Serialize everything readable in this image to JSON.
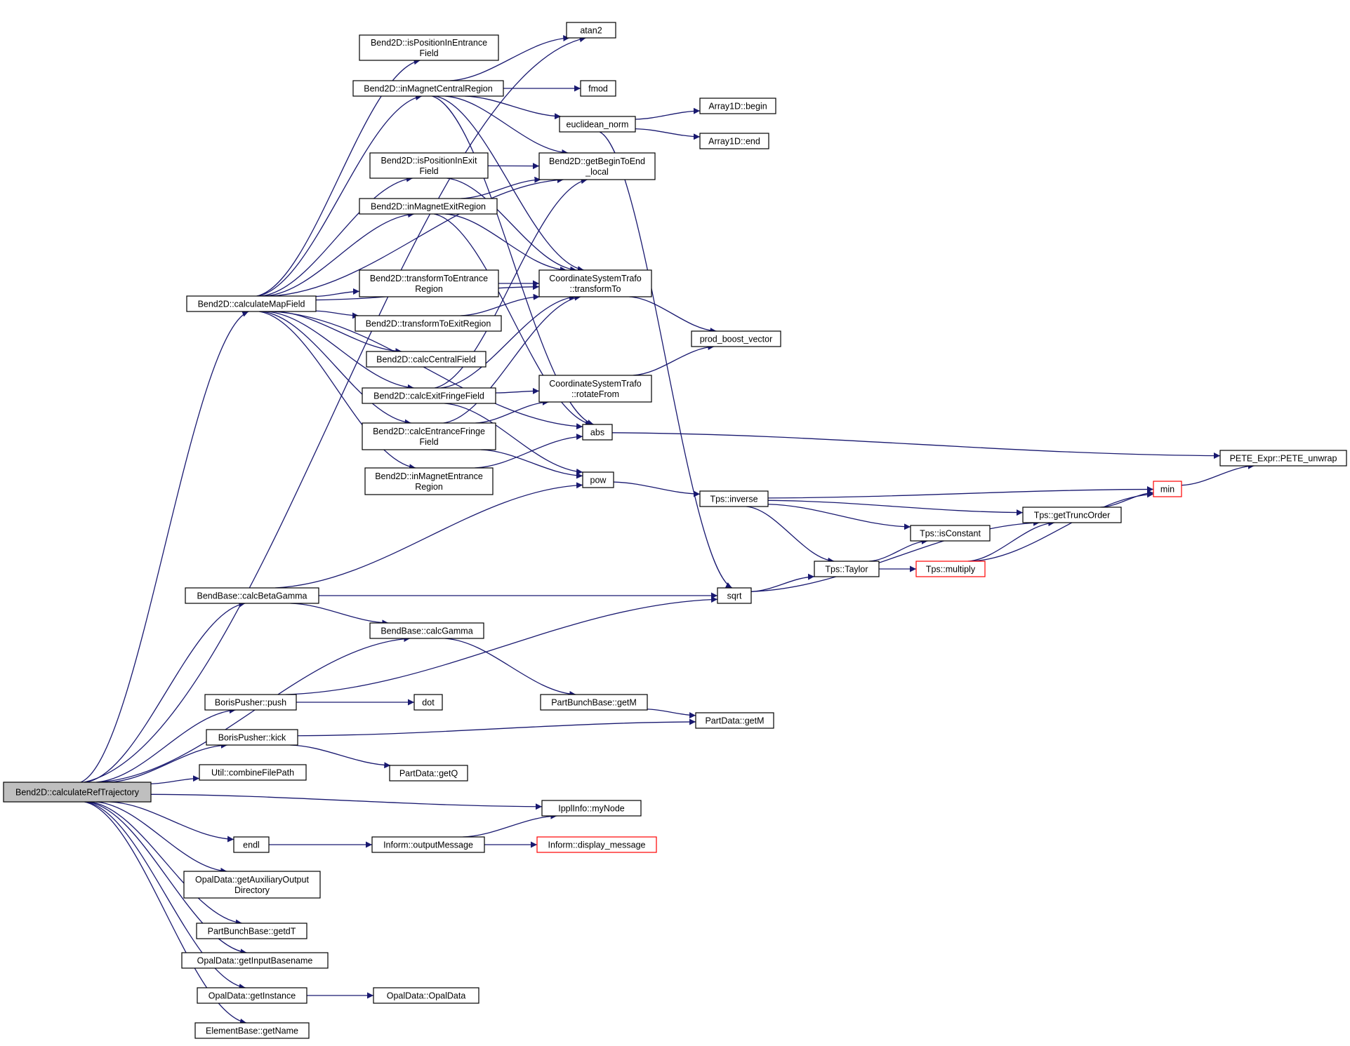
{
  "colors": {
    "edge": "#191970",
    "node_border": "#000000",
    "truncated_border": "#ff0000",
    "root_fill": "#bfbfbf",
    "node_fill": "#ffffff",
    "background": "#ffffff"
  },
  "nodes": [
    {
      "id": "root",
      "lines": [
        "Bend2D::calculateRefTrajectory"
      ],
      "kind": "root"
    },
    {
      "id": "atan2",
      "lines": [
        "atan2"
      ]
    },
    {
      "id": "isPosEntr",
      "lines": [
        "Bend2D::isPositionInEntrance",
        "Field"
      ]
    },
    {
      "id": "inCentral",
      "lines": [
        "Bend2D::inMagnetCentralRegion"
      ]
    },
    {
      "id": "fmod",
      "lines": [
        "fmod"
      ]
    },
    {
      "id": "eucl",
      "lines": [
        "euclidean_norm"
      ]
    },
    {
      "id": "arrBegin",
      "lines": [
        "Array1D::begin"
      ]
    },
    {
      "id": "arrEnd",
      "lines": [
        "Array1D::end"
      ]
    },
    {
      "id": "isPosExit",
      "lines": [
        "Bend2D::isPositionInExit",
        "Field"
      ]
    },
    {
      "id": "getBTE",
      "lines": [
        "Bend2D::getBeginToEnd",
        "_local"
      ]
    },
    {
      "id": "inExit",
      "lines": [
        "Bend2D::inMagnetExitRegion"
      ]
    },
    {
      "id": "trEntr",
      "lines": [
        "Bend2D::transformToEntrance",
        "Region"
      ]
    },
    {
      "id": "csTo",
      "lines": [
        "CoordinateSystemTrafo",
        "::transformTo"
      ]
    },
    {
      "id": "calcMap",
      "lines": [
        "Bend2D::calculateMapField"
      ]
    },
    {
      "id": "trExit",
      "lines": [
        "Bend2D::transformToExitRegion"
      ]
    },
    {
      "id": "prodBoost",
      "lines": [
        "prod_boost_vector"
      ]
    },
    {
      "id": "calcCentral",
      "lines": [
        "Bend2D::calcCentralField"
      ]
    },
    {
      "id": "csRot",
      "lines": [
        "CoordinateSystemTrafo",
        "::rotateFrom"
      ]
    },
    {
      "id": "calcExitFr",
      "lines": [
        "Bend2D::calcExitFringeField"
      ]
    },
    {
      "id": "abs",
      "lines": [
        "abs"
      ]
    },
    {
      "id": "calcEntrFr",
      "lines": [
        "Bend2D::calcEntranceFringe",
        "Field"
      ]
    },
    {
      "id": "peteUnwrap",
      "lines": [
        "PETE_Expr::PETE_unwrap"
      ]
    },
    {
      "id": "inEntr",
      "lines": [
        "Bend2D::inMagnetEntrance",
        "Region"
      ]
    },
    {
      "id": "pow",
      "lines": [
        "pow"
      ]
    },
    {
      "id": "min",
      "lines": [
        "min"
      ],
      "kind": "truncated"
    },
    {
      "id": "tpsInv",
      "lines": [
        "Tps::inverse"
      ]
    },
    {
      "id": "tpsTrunc",
      "lines": [
        "Tps::getTruncOrder"
      ]
    },
    {
      "id": "tpsConst",
      "lines": [
        "Tps::isConstant"
      ]
    },
    {
      "id": "tpsTaylor",
      "lines": [
        "Tps::Taylor"
      ]
    },
    {
      "id": "tpsMult",
      "lines": [
        "Tps::multiply"
      ],
      "kind": "truncated"
    },
    {
      "id": "calcBG",
      "lines": [
        "BendBase::calcBetaGamma"
      ]
    },
    {
      "id": "sqrt",
      "lines": [
        "sqrt"
      ]
    },
    {
      "id": "calcGamma",
      "lines": [
        "BendBase::calcGamma"
      ]
    },
    {
      "id": "borisPush",
      "lines": [
        "BorisPusher::push"
      ]
    },
    {
      "id": "dot",
      "lines": [
        "dot"
      ]
    },
    {
      "id": "pbGetM",
      "lines": [
        "PartBunchBase::getM"
      ]
    },
    {
      "id": "pdGetM",
      "lines": [
        "PartData::getM"
      ]
    },
    {
      "id": "borisKick",
      "lines": [
        "BorisPusher::kick"
      ]
    },
    {
      "id": "combPath",
      "lines": [
        "Util::combineFilePath"
      ]
    },
    {
      "id": "getQ",
      "lines": [
        "PartData::getQ"
      ]
    },
    {
      "id": "myNode",
      "lines": [
        "IpplInfo::myNode"
      ]
    },
    {
      "id": "endl",
      "lines": [
        "endl"
      ]
    },
    {
      "id": "outMsg",
      "lines": [
        "Inform::outputMessage"
      ]
    },
    {
      "id": "dispMsg",
      "lines": [
        "Inform::display_message"
      ],
      "kind": "truncated"
    },
    {
      "id": "auxDir",
      "lines": [
        "OpalData::getAuxiliaryOutput",
        "Directory"
      ]
    },
    {
      "id": "getdT",
      "lines": [
        "PartBunchBase::getdT"
      ]
    },
    {
      "id": "inBase",
      "lines": [
        "OpalData::getInputBasename"
      ]
    },
    {
      "id": "getInst",
      "lines": [
        "OpalData::getInstance"
      ]
    },
    {
      "id": "opalData",
      "lines": [
        "OpalData::OpalData"
      ]
    },
    {
      "id": "getName",
      "lines": [
        "ElementBase::getName"
      ]
    }
  ],
  "edges": [
    {
      "from": "root",
      "to": "atan2"
    },
    {
      "from": "root",
      "to": "calcMap"
    },
    {
      "from": "root",
      "to": "calcBG"
    },
    {
      "from": "root",
      "to": "calcGamma"
    },
    {
      "from": "root",
      "to": "borisPush"
    },
    {
      "from": "root",
      "to": "borisKick"
    },
    {
      "from": "root",
      "to": "combPath"
    },
    {
      "from": "root",
      "to": "myNode"
    },
    {
      "from": "root",
      "to": "endl"
    },
    {
      "from": "root",
      "to": "auxDir"
    },
    {
      "from": "root",
      "to": "getdT"
    },
    {
      "from": "root",
      "to": "inBase"
    },
    {
      "from": "root",
      "to": "getInst"
    },
    {
      "from": "root",
      "to": "getName"
    },
    {
      "from": "calcMap",
      "to": "isPosEntr"
    },
    {
      "from": "calcMap",
      "to": "inCentral"
    },
    {
      "from": "calcMap",
      "to": "getBTE"
    },
    {
      "from": "calcMap",
      "to": "isPosExit"
    },
    {
      "from": "calcMap",
      "to": "inExit"
    },
    {
      "from": "calcMap",
      "to": "csTo"
    },
    {
      "from": "calcMap",
      "to": "trEntr"
    },
    {
      "from": "calcMap",
      "to": "trExit"
    },
    {
      "from": "calcMap",
      "to": "calcCentral"
    },
    {
      "from": "calcMap",
      "to": "calcExitFr"
    },
    {
      "from": "calcMap",
      "to": "calcEntrFr"
    },
    {
      "from": "calcMap",
      "to": "inEntr"
    },
    {
      "from": "calcMap",
      "to": "abs"
    },
    {
      "from": "inCentral",
      "to": "atan2"
    },
    {
      "from": "inCentral",
      "to": "fmod"
    },
    {
      "from": "inCentral",
      "to": "eucl"
    },
    {
      "from": "inCentral",
      "to": "getBTE"
    },
    {
      "from": "inCentral",
      "to": "csTo"
    },
    {
      "from": "inCentral",
      "to": "abs"
    },
    {
      "from": "eucl",
      "to": "arrBegin"
    },
    {
      "from": "eucl",
      "to": "arrEnd"
    },
    {
      "from": "eucl",
      "to": "sqrt"
    },
    {
      "from": "isPosExit",
      "to": "getBTE"
    },
    {
      "from": "isPosExit",
      "to": "csTo"
    },
    {
      "from": "inExit",
      "to": "getBTE"
    },
    {
      "from": "inExit",
      "to": "csTo"
    },
    {
      "from": "inExit",
      "to": "abs"
    },
    {
      "from": "trEntr",
      "to": "csTo"
    },
    {
      "from": "trExit",
      "to": "csTo"
    },
    {
      "from": "csTo",
      "to": "prodBoost"
    },
    {
      "from": "csRot",
      "to": "prodBoost"
    },
    {
      "from": "calcExitFr",
      "to": "csTo"
    },
    {
      "from": "calcExitFr",
      "to": "csRot"
    },
    {
      "from": "calcExitFr",
      "to": "getBTE"
    },
    {
      "from": "calcExitFr",
      "to": "pow"
    },
    {
      "from": "calcEntrFr",
      "to": "csTo"
    },
    {
      "from": "calcEntrFr",
      "to": "csRot"
    },
    {
      "from": "calcEntrFr",
      "to": "pow"
    },
    {
      "from": "inEntr",
      "to": "abs"
    },
    {
      "from": "abs",
      "to": "peteUnwrap"
    },
    {
      "from": "pow",
      "to": "tpsInv"
    },
    {
      "from": "tpsInv",
      "to": "min"
    },
    {
      "from": "tpsInv",
      "to": "tpsTrunc"
    },
    {
      "from": "tpsInv",
      "to": "tpsConst"
    },
    {
      "from": "tpsInv",
      "to": "tpsTaylor"
    },
    {
      "from": "tpsTrunc",
      "to": "min"
    },
    {
      "from": "min",
      "to": "peteUnwrap"
    },
    {
      "from": "tpsTaylor",
      "to": "tpsConst"
    },
    {
      "from": "tpsTaylor",
      "to": "tpsMult"
    },
    {
      "from": "tpsMult",
      "to": "tpsTrunc"
    },
    {
      "from": "tpsMult",
      "to": "min"
    },
    {
      "from": "calcBG",
      "to": "pow"
    },
    {
      "from": "calcBG",
      "to": "sqrt"
    },
    {
      "from": "calcBG",
      "to": "calcGamma"
    },
    {
      "from": "sqrt",
      "to": "tpsTaylor"
    },
    {
      "from": "sqrt",
      "to": "tpsTrunc"
    },
    {
      "from": "calcGamma",
      "to": "pbGetM"
    },
    {
      "from": "borisPush",
      "to": "sqrt"
    },
    {
      "from": "borisPush",
      "to": "dot"
    },
    {
      "from": "pbGetM",
      "to": "pdGetM"
    },
    {
      "from": "borisKick",
      "to": "pdGetM"
    },
    {
      "from": "borisKick",
      "to": "getQ"
    },
    {
      "from": "endl",
      "to": "outMsg"
    },
    {
      "from": "outMsg",
      "to": "myNode"
    },
    {
      "from": "outMsg",
      "to": "dispMsg"
    },
    {
      "from": "getInst",
      "to": "opalData"
    }
  ]
}
